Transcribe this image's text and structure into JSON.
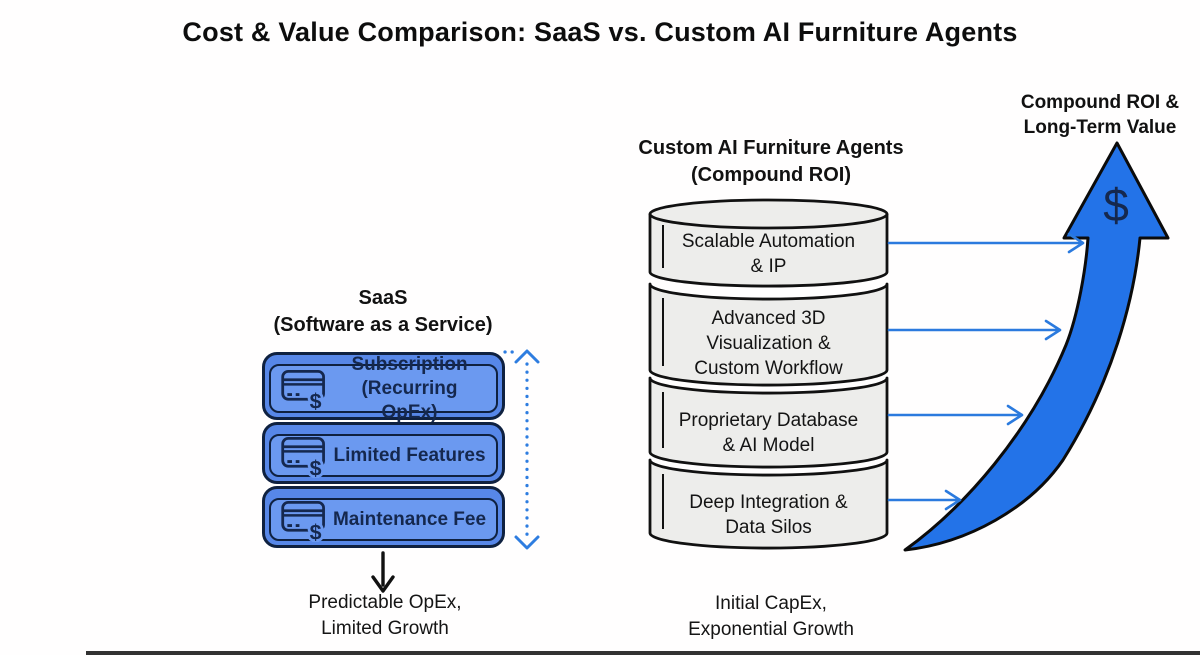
{
  "title": "Cost & Value Comparison: SaaS vs. Custom AI Furniture Agents",
  "saas": {
    "heading": "SaaS\n(Software as a Service)",
    "boxes": [
      {
        "label": "Subscription\n(Recurring OpEx)"
      },
      {
        "label": "Limited Features"
      },
      {
        "label": "Maintenance Fee"
      }
    ],
    "outcome": "Predictable OpEx,\nLimited Growth"
  },
  "custom": {
    "heading": "Custom AI Furniture Agents\n(Compound ROI)",
    "segments": [
      {
        "label": "Scalable Automation\n& IP"
      },
      {
        "label": "Advanced 3D\nVisualization &\nCustom Workflow"
      },
      {
        "label": "Proprietary Database\n& AI Model"
      },
      {
        "label": "Deep Integration &\nData Silos"
      }
    ],
    "outcome": "Initial CapEx,\nExponential Growth"
  },
  "roi": {
    "label": "Compound ROI &\nLong-Term Value",
    "dollar_symbol": "$"
  },
  "icons": {
    "card_dollar": "$"
  },
  "colors": {
    "box_fill": "#6b99f0",
    "box_lid": "#5787e8",
    "box_border": "#0f2140",
    "box_text": "#15284e",
    "cylinder_fill": "#ededeb",
    "outline": "#111111",
    "growth_arrow_blue": "#2373e8",
    "thin_arrow_blue": "#2b7ade",
    "dotted_arrow_blue": "#2e7de0"
  }
}
